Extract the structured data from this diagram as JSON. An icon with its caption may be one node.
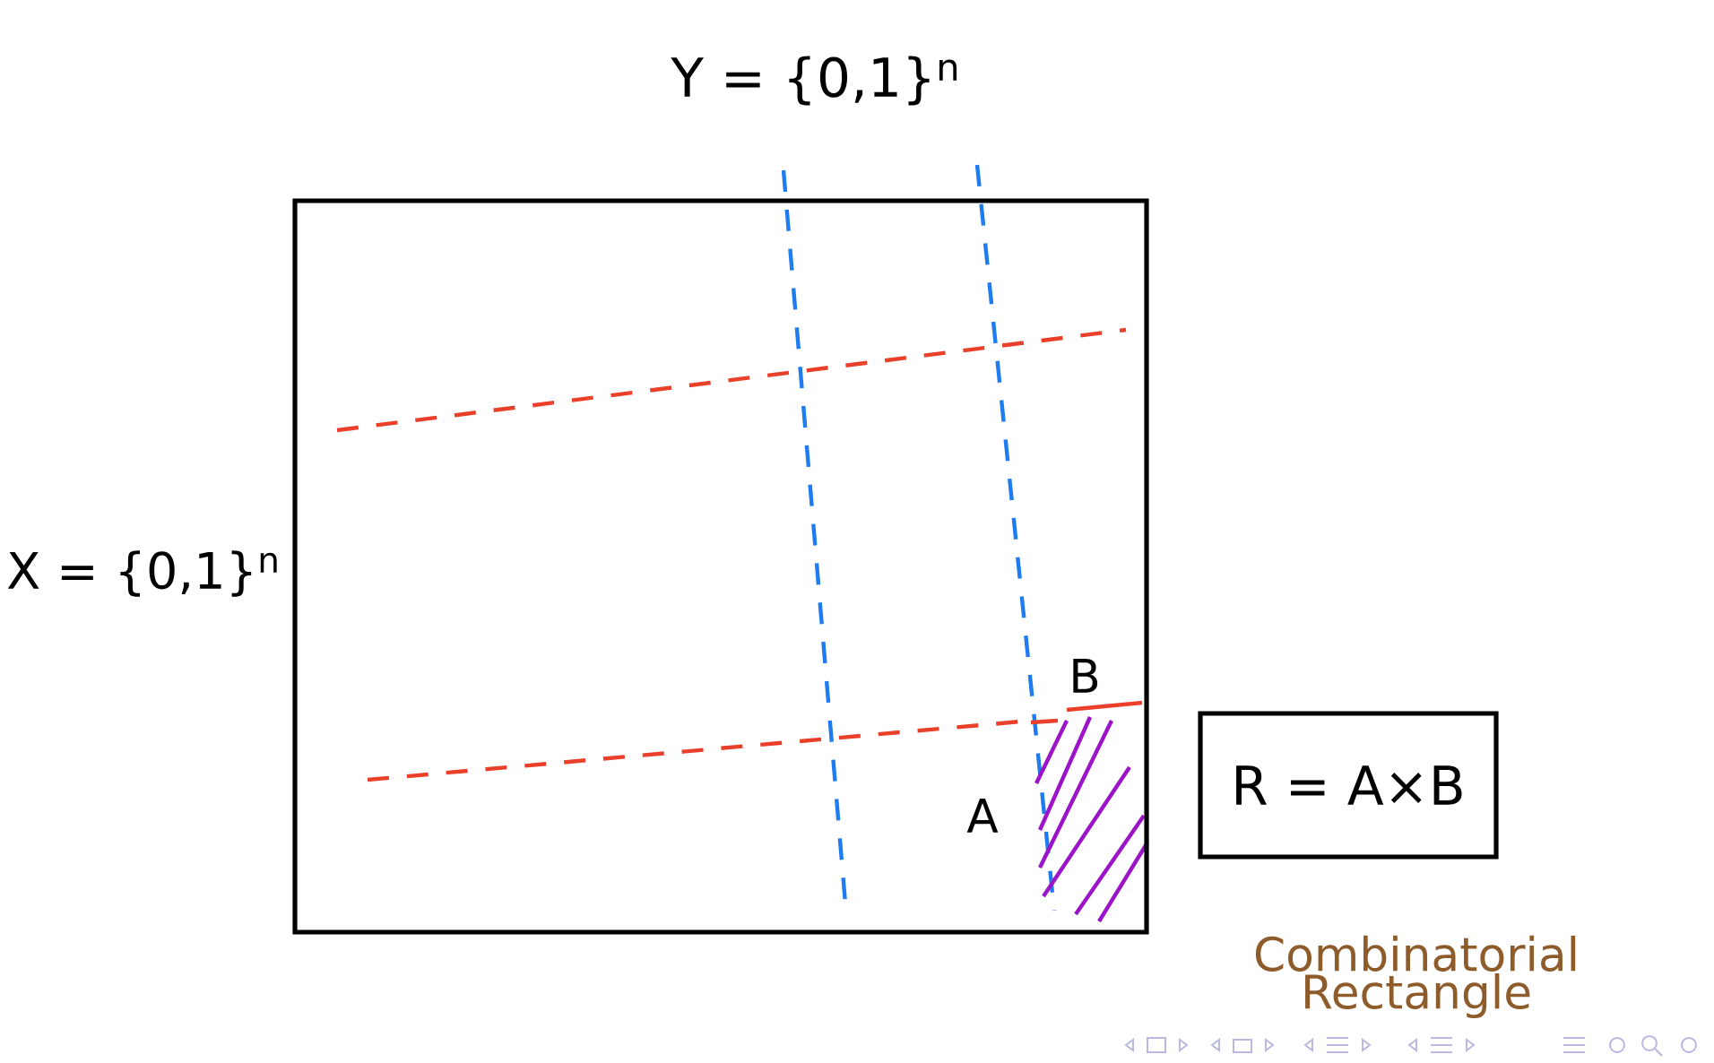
{
  "diagram": {
    "nodes": [
      {
        "text": [],
        "shape": "box"
      },
      {
        "text": [
          "R = A×B"
        ]
      }
    ],
    "labels": [
      "Y = {0,1}$^{n}$",
      "X = {0,1}$^{n}$",
      "B",
      "A",
      "Combinatorial Rectangle"
    ]
  }
}
